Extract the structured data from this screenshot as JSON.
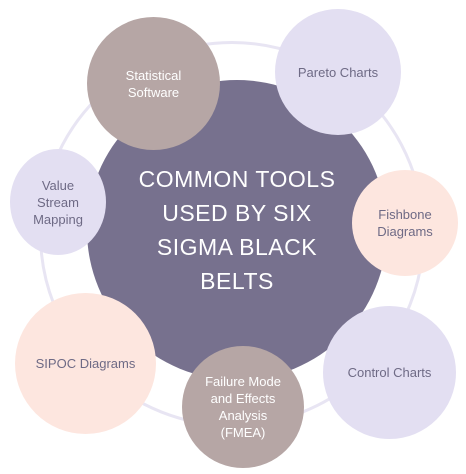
{
  "diagram": {
    "center": {
      "label": "COMMON TOOLS USED BY SIX SIGMA BLACK BELTS",
      "color": "#77718e",
      "text_color": "#ffffff"
    },
    "ring_color": "#e8e5f3",
    "tools": [
      {
        "label": "Statistical Software",
        "color": "#b6a6a5",
        "text_color": "#ffffff"
      },
      {
        "label": "Pareto Charts",
        "color": "#e3dff2",
        "text_color": "#6e6a85"
      },
      {
        "label": "Value Stream Mapping",
        "color": "#e3dff2",
        "text_color": "#6e6a85"
      },
      {
        "label": "Fishbone Diagrams",
        "color": "#fde6df",
        "text_color": "#6e6a85"
      },
      {
        "label": "SIPOC Diagrams",
        "color": "#fde6df",
        "text_color": "#6e6a85"
      },
      {
        "label": "Failure Mode and Effects Analysis (FMEA)",
        "color": "#b6a6a5",
        "text_color": "#ffffff"
      },
      {
        "label": "Control Charts",
        "color": "#e3dff2",
        "text_color": "#6e6a85"
      }
    ]
  }
}
